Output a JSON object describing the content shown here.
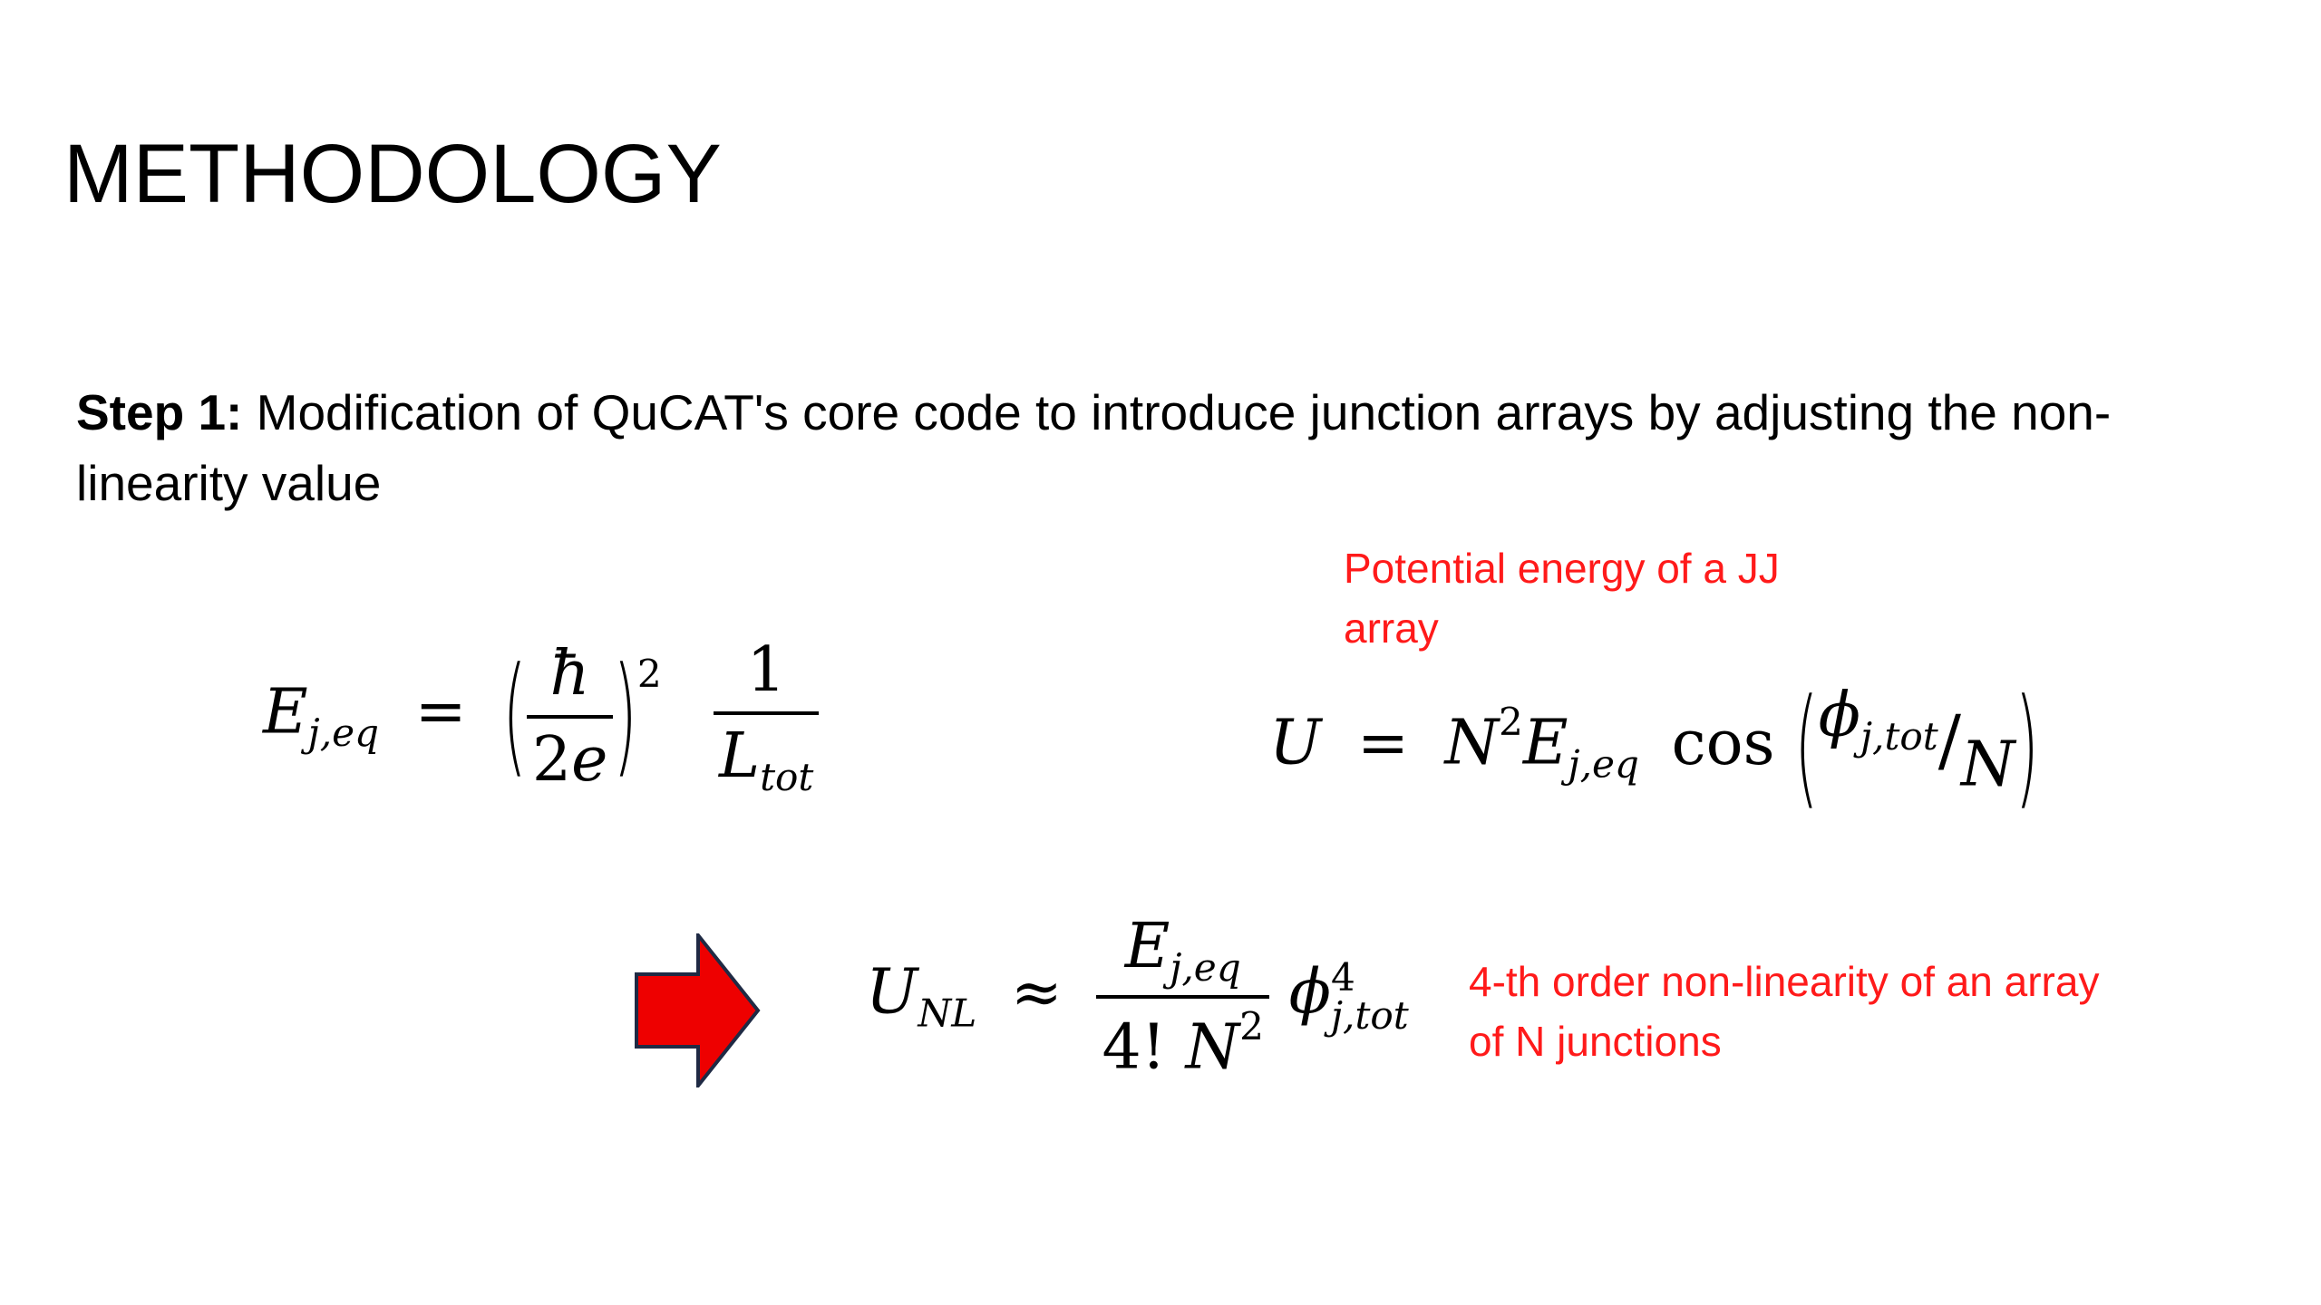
{
  "title": "METHODOLOGY",
  "step": {
    "label": "Step 1:",
    "text": " Modification of QuCAT's core code to introduce junction arrays by adjusting the non-linearity value"
  },
  "annotations": {
    "potential": "Potential energy of a JJ array",
    "nonlinearity": "4-th order non-linearity of an array of N junctions"
  },
  "colors": {
    "annotation": "#ff1a1a",
    "arrow_fill": "#ee0000",
    "arrow_stroke": "#1f2a44"
  },
  "icons": {
    "arrow": "right-arrow-icon"
  }
}
